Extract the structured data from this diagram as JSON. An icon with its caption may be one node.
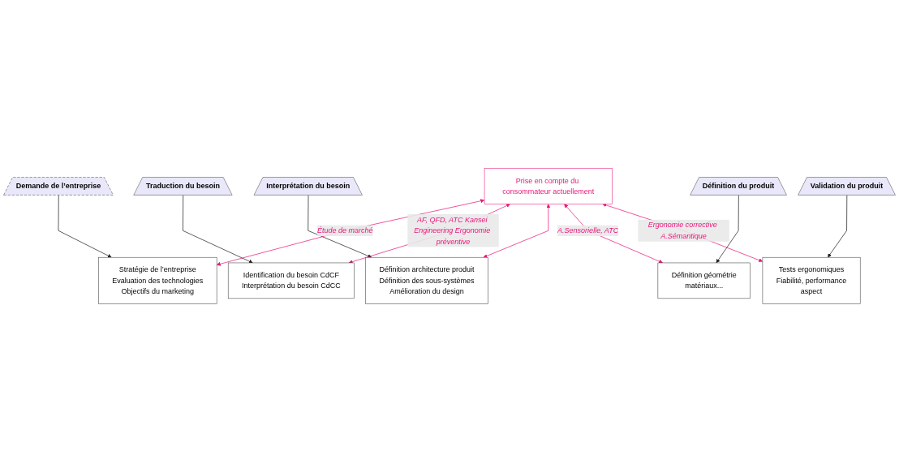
{
  "diagram": {
    "nodes": [
      {
        "text": [
          "Demande de l’entreprise"
        ]
      },
      {
        "text": [
          "Traduction du besoin"
        ]
      },
      {
        "text": [
          "Interprétation du besoin"
        ]
      },
      {
        "text": [
          "Définition du produit"
        ]
      },
      {
        "text": [
          "Validation du produit"
        ]
      },
      {
        "text": [
          "Stratégie de l’entreprise",
          "Evaluation des technologies",
          "Objectifs du marketing"
        ]
      },
      {
        "text": [
          "Identification du besoin CdCF",
          "Interprétation du besoin CdCC"
        ]
      },
      {
        "text": [
          "Définition architecture produit",
          "Définition des sous-systèmes",
          "Amélioration du design"
        ]
      },
      {
        "text": [
          "Définition géométrie",
          "matériaux..."
        ]
      },
      {
        "text": [
          "Prise en compte du consommateur actuellement"
        ]
      },
      {
        "text": [
          "Tests ergonomiques",
          "Fiabilité, performance",
          "aspect"
        ]
      }
    ],
    "edges": [
      {
        "from": 0,
        "to": 5,
        "arrow": "to"
      },
      {
        "from": 1,
        "to": 6,
        "arrow": "to"
      },
      {
        "from": 2,
        "to": 7,
        "arrow": "to"
      },
      {
        "from": 3,
        "to": 8,
        "arrow": "to"
      },
      {
        "from": 4,
        "to": 10,
        "arrow": "to"
      },
      {
        "from": 9,
        "to": 5,
        "arrow": "both",
        "label": "Étude de marché",
        "color": "#e8177a"
      },
      {
        "from": 9,
        "to": 6,
        "arrow": "both",
        "label": "AF, QFD, ATC Kansei Engineering Ergonomie préventive",
        "color": "#e8177a"
      },
      {
        "from": 9,
        "to": 7,
        "arrow": "both",
        "color": "#e8177a"
      },
      {
        "from": 9,
        "to": 8,
        "arrow": "both",
        "label": "A.Sensorielle, ATC",
        "color": "#e8177a"
      },
      {
        "from": 9,
        "to": 10,
        "arrow": "both",
        "label": "Ergonomie corrective A.Sémantique",
        "color": "#e8177a"
      }
    ]
  }
}
